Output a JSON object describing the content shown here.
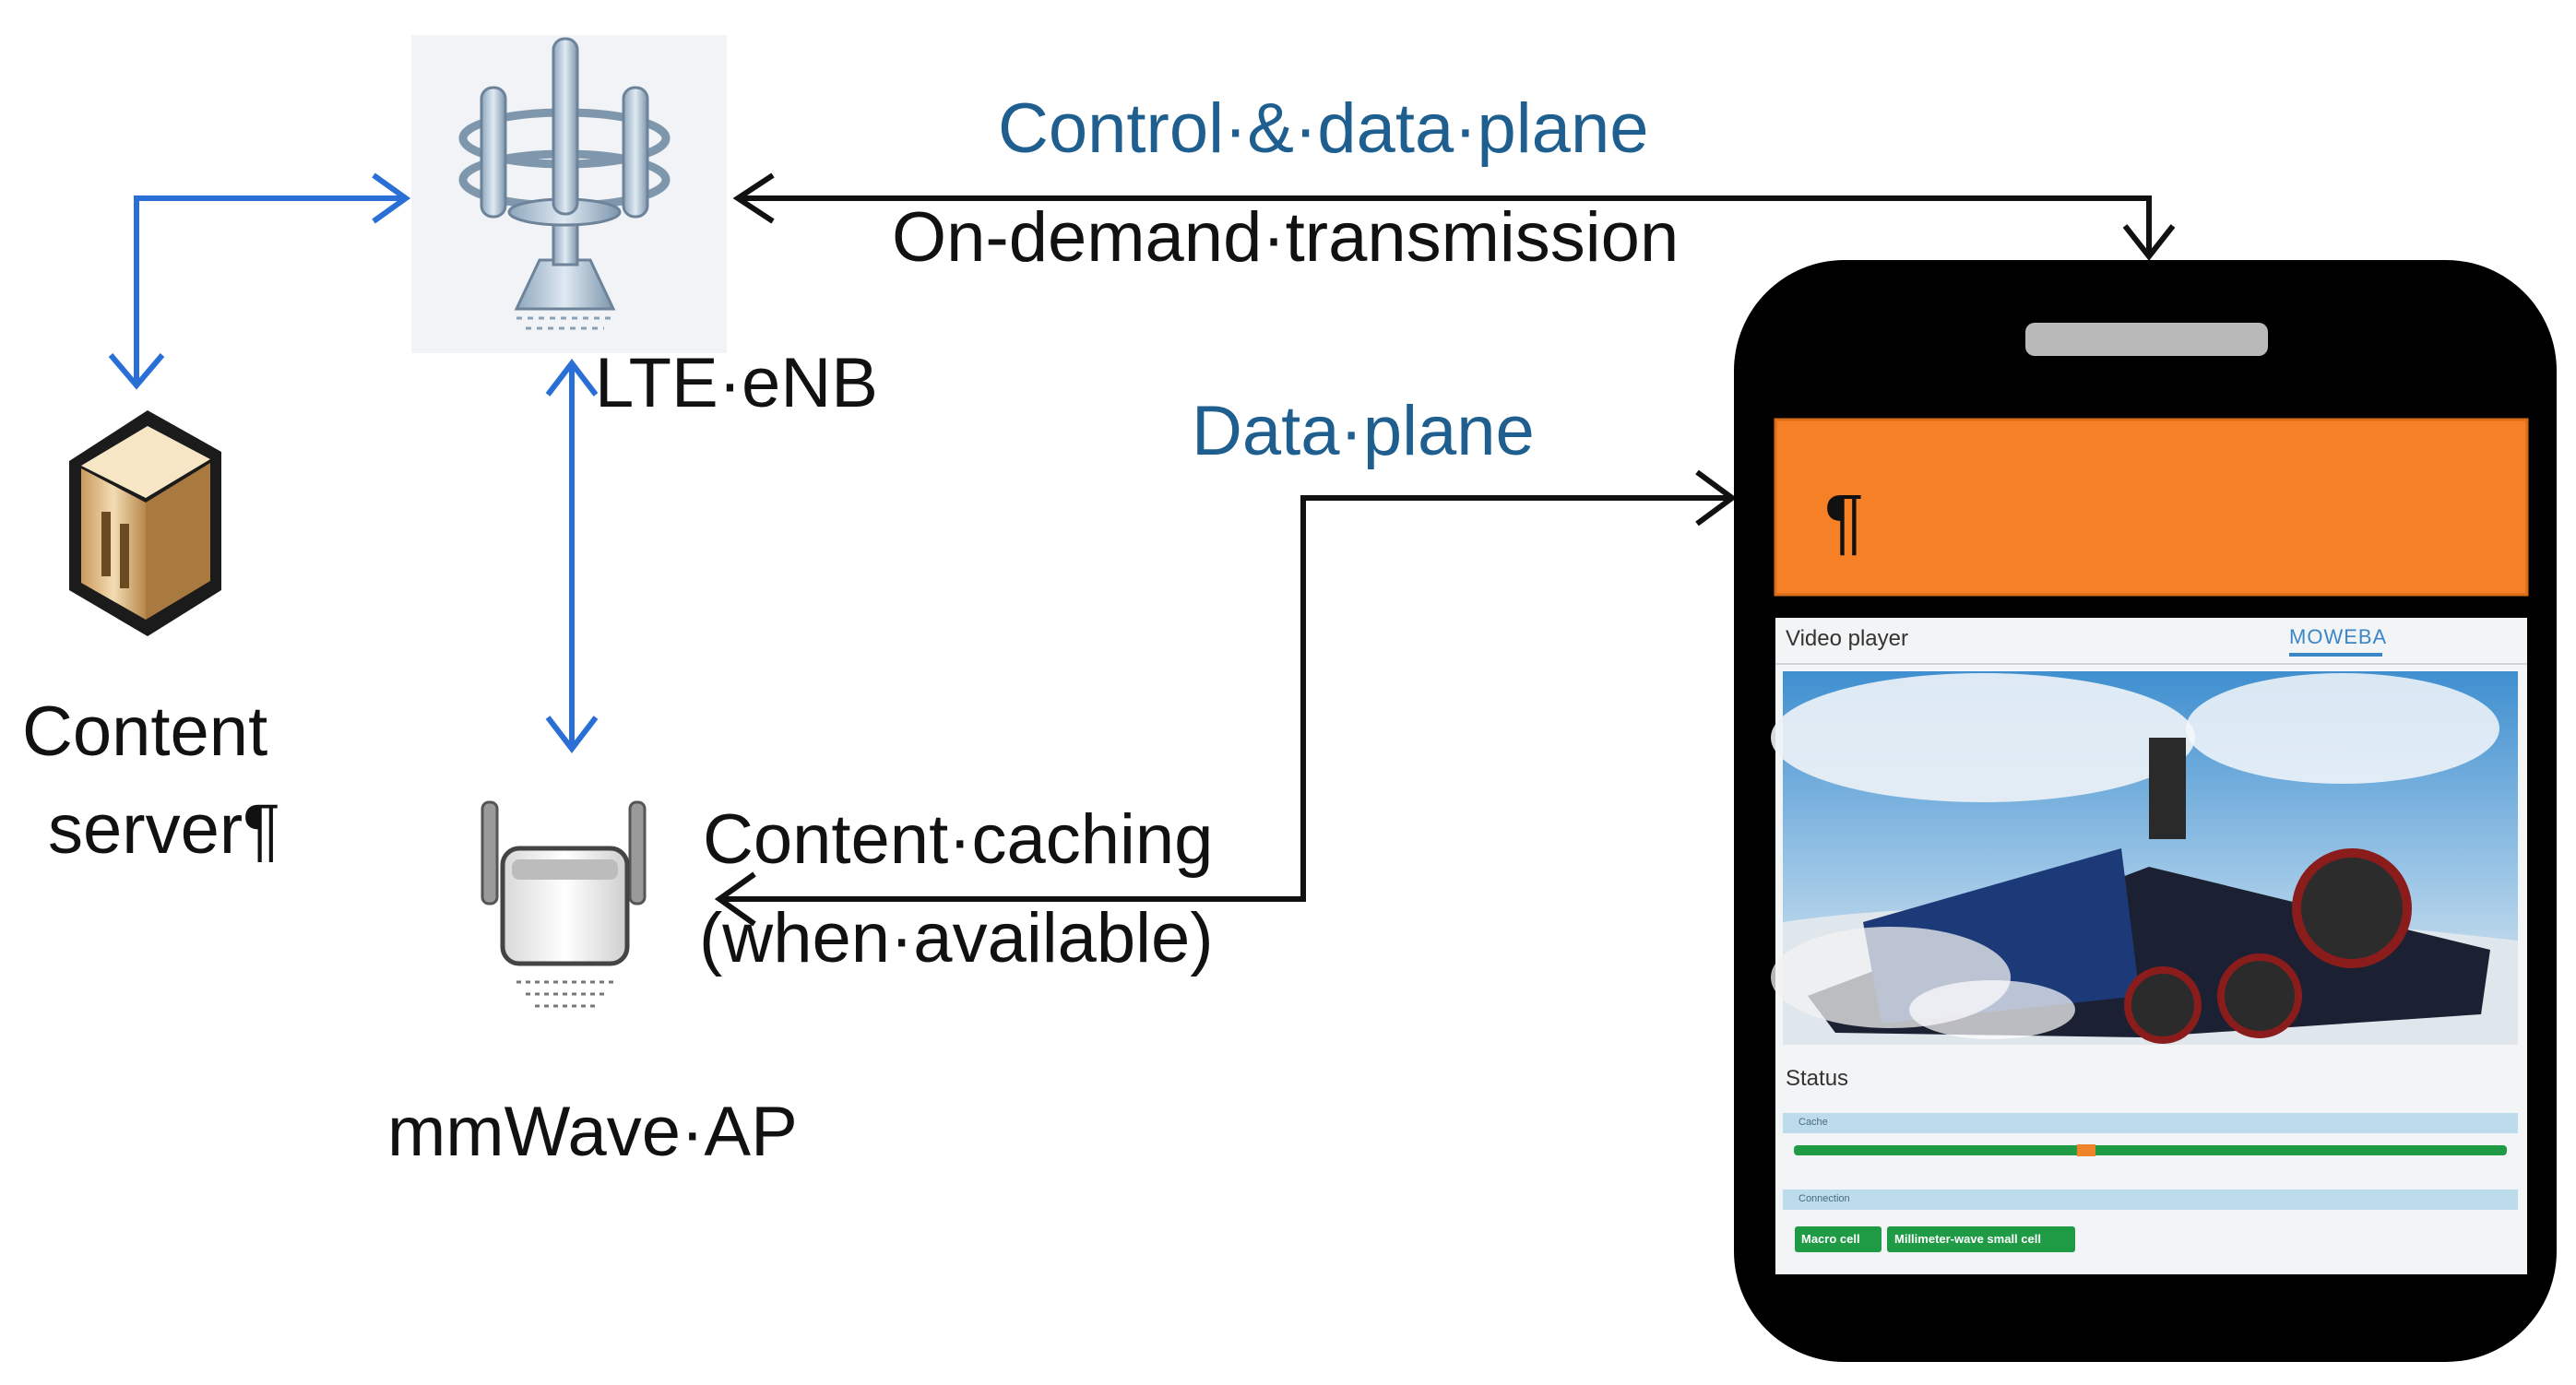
{
  "labels": {
    "control_data_plane": "Control·&·data·plane",
    "on_demand": "On-demand·transmission",
    "lte_enb": "LTE·eNB",
    "data_plane": "Data·plane",
    "content_server_line1": "Content",
    "content_server_line2": "server¶",
    "content_caching_line1": "Content·caching",
    "content_caching_line2": "(when·available)",
    "mmwave_ap": "mmWave·AP"
  },
  "phone": {
    "banner_text": "¶",
    "app_title": "Video player",
    "logo_text": "MOWEBA",
    "status_heading": "Status",
    "cache_label": "Cache",
    "connection_label": "Connection",
    "buttons": [
      "Macro cell",
      "Millimeter-wave small cell"
    ],
    "cache_progress": 0.41
  },
  "colors": {
    "link_blue": "#2a6fd6",
    "text_blue": "#1f5f8f",
    "banner_orange": "#f58026",
    "status_green": "#1f9a45"
  }
}
